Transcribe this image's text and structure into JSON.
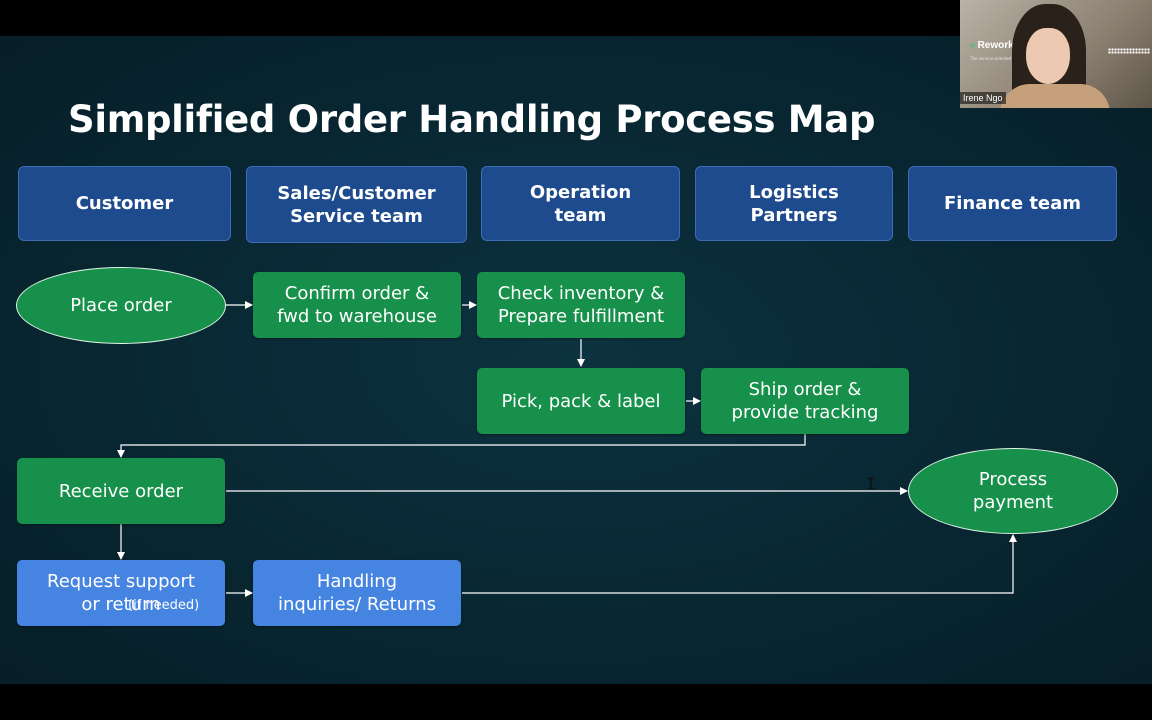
{
  "title": "Simplified Order Handling Process Map",
  "lanes": [
    {
      "label": "Customer"
    },
    {
      "label": "Sales/Customer\nService team"
    },
    {
      "label": "Operation\nteam"
    },
    {
      "label": "Logistics\nPartners"
    },
    {
      "label": "Finance team"
    }
  ],
  "steps": {
    "place_order": "Place order",
    "confirm_order": "Confirm order &\nfwd to warehouse",
    "check_inventory": "Check inventory &\nPrepare fulfillment",
    "pick_pack": "Pick, pack & label",
    "ship_order": "Ship order &\nprovide tracking",
    "receive_order": "Receive order",
    "process_payment": "Process\npayment",
    "request_support_main": "Request support\nor return",
    "request_support_note": "(if needed)",
    "handling_inquiries": "Handling\ninquiries/ Returns"
  },
  "webcam": {
    "logo_text": "Rework.c",
    "tagline": "The service-oriented operatio",
    "presenter_name": "Irene Ngo"
  },
  "colors": {
    "background": "#082631",
    "lane_header": "#1e4a8e",
    "process_step": "#16904a",
    "support_step": "#4584e0",
    "connector": "#ffffff"
  }
}
